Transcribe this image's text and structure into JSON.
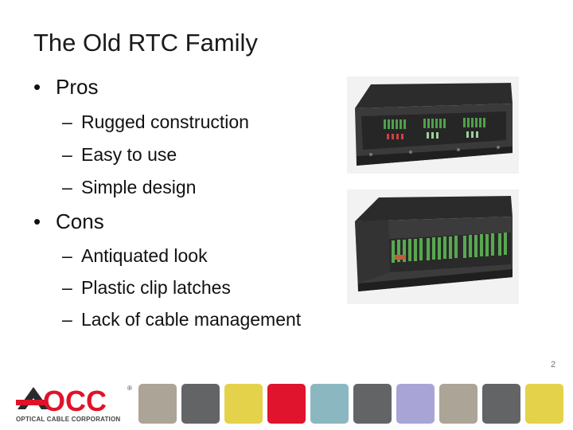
{
  "slide": {
    "title": "The Old RTC Family",
    "page_number": "2"
  },
  "pros": {
    "heading": "Pros",
    "items": [
      "Rugged construction",
      "Easy to use",
      "Simple design"
    ]
  },
  "cons": {
    "heading": "Cons",
    "items": [
      "Antiquated look",
      "Plastic clip latches",
      "Lack of cable management"
    ]
  },
  "logo": {
    "wordmark": "OCC",
    "tagline": "OPTICAL CABLE CORPORATION",
    "registered": "®",
    "brand_color": "#e0122a"
  },
  "color_tiles": [
    "#aca496",
    "#636466",
    "#e3d24a",
    "#e0142d",
    "#8bb8c0",
    "#636466",
    "#a9a4d6",
    "#aca496",
    "#636466",
    "#e3d24a"
  ]
}
